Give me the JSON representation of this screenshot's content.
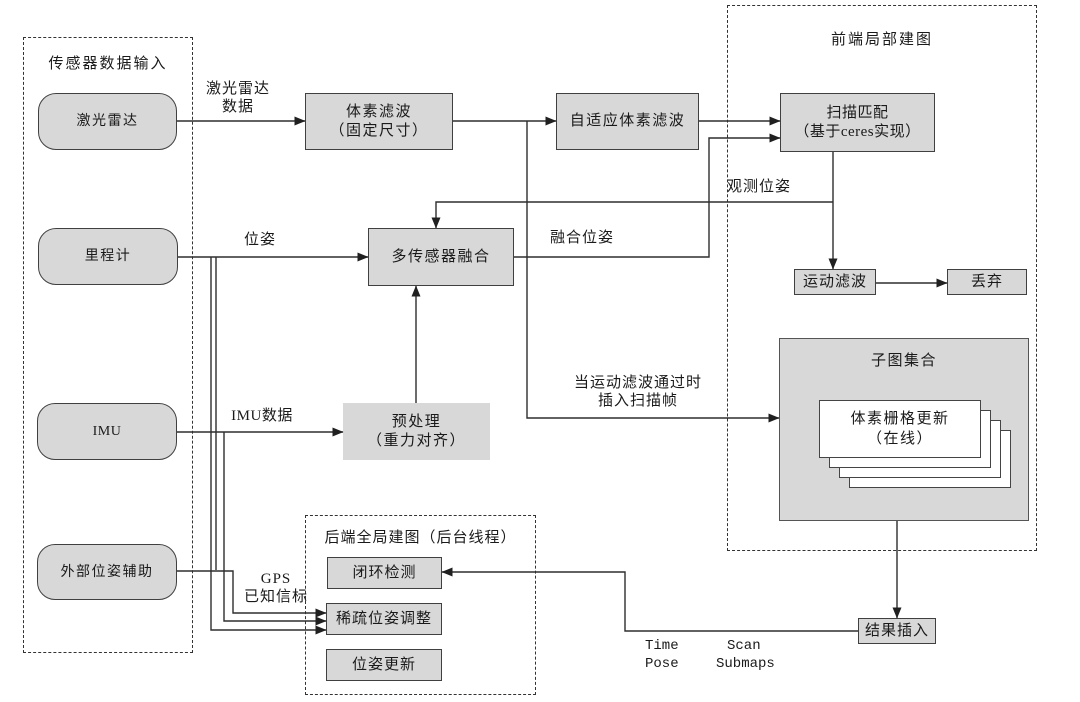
{
  "panels": {
    "sensor_input": {
      "title": "传感器数据输入"
    },
    "frontend": {
      "title": "前端局部建图"
    },
    "backend": {
      "title": "后端全局建图（后台线程）"
    }
  },
  "nodes": {
    "lidar": {
      "label": "激光雷达"
    },
    "odometer": {
      "label": "里程计"
    },
    "imu": {
      "label": "IMU"
    },
    "external_pose_aid": {
      "label": "外部位姿辅助"
    },
    "voxel_filter": {
      "line1": "体素滤波",
      "line2": "（固定尺寸）"
    },
    "adaptive_voxel_filter": {
      "label": "自适应体素滤波"
    },
    "scan_matching": {
      "line1": "扫描匹配",
      "line2": "（基于ceres实现）"
    },
    "multi_sensor_fusion": {
      "label": "多传感器融合"
    },
    "preprocessing": {
      "line1": "预处理",
      "line2": "（重力对齐）"
    },
    "motion_filter": {
      "label": "运动滤波"
    },
    "discard": {
      "label": "丢弃"
    },
    "submap_collection": {
      "title": "子图集合"
    },
    "voxel_grid_update": {
      "line1": "体素栅格更新",
      "line2": "（在线）"
    },
    "loop_closure_detection": {
      "label": "闭环检测"
    },
    "sparse_pose_adjustment": {
      "label": "稀疏位姿调整"
    },
    "pose_update": {
      "label": "位姿更新"
    },
    "result_insertion": {
      "label": "结果插入"
    }
  },
  "edge_labels": {
    "lidar_data": {
      "line1": "激光雷达",
      "line2": "数据"
    },
    "pose": "位姿",
    "imu_data": "IMU数据",
    "gps_beacon": {
      "line1": "GPS",
      "line2": "已知信标"
    },
    "observed_pose": "观测位姿",
    "fused_pose": "融合位姿",
    "motion_filter_pass": {
      "line1": "当运动滤波通过时",
      "line2": "插入扫描帧"
    },
    "time": "Time",
    "pose_en": "Pose",
    "scan": "Scan",
    "submaps": "Submaps"
  },
  "colors": {
    "background": "#ffffff",
    "node_fill": "#d8d8d8",
    "node_border": "#404040",
    "connector": "#2e2e2e",
    "card_fill": "#ffffff",
    "dashed_border": "#333333"
  }
}
